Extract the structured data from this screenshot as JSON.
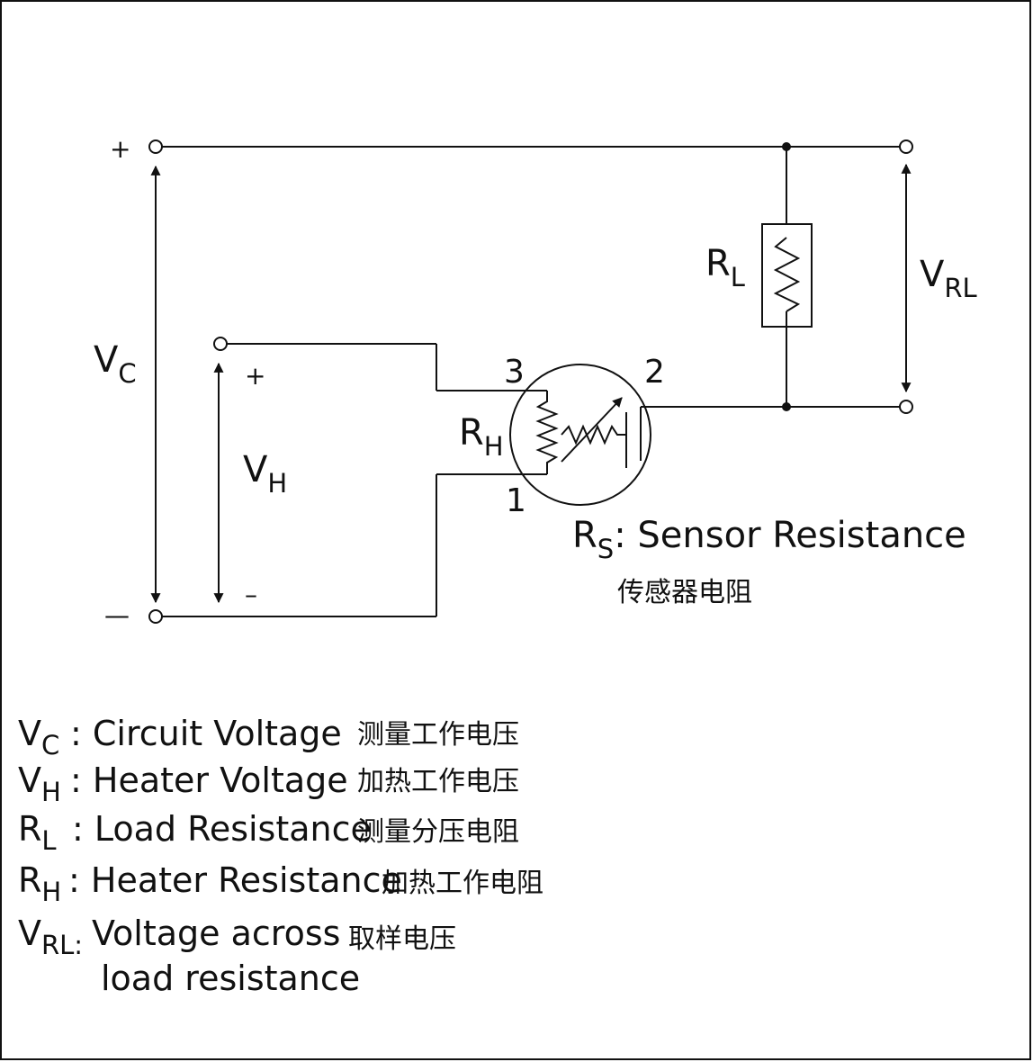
{
  "circuit": {
    "terminals": {
      "vc_plus_sign": "+",
      "vc_minus_sign": "—",
      "vh_plus_sign": "+",
      "vh_minus_sign": "–"
    },
    "labels": {
      "vc": {
        "main": "V",
        "sub": "C"
      },
      "vh": {
        "main": "V",
        "sub": "H"
      },
      "rl": {
        "main": "R",
        "sub": "L"
      },
      "vrl": {
        "main": "V",
        "sub": "RL"
      },
      "rh": {
        "main": "R",
        "sub": "H"
      },
      "rs": {
        "main": "R",
        "sub": "S",
        "text": ": Sensor Resistance"
      }
    },
    "pins": {
      "pin1": "1",
      "pin2": "2",
      "pin3": "3"
    },
    "sensor_caption_cn": "传感器电阻"
  },
  "legend": {
    "items": [
      {
        "sym": "V",
        "sub": "C",
        "desc": ": Circuit Voltage",
        "cn": "测量工作电压"
      },
      {
        "sym": "V",
        "sub": "H",
        "desc": ": Heater Voltage",
        "cn": "加热工作电压"
      },
      {
        "sym": "R",
        "sub": "L",
        "desc": ": Load Resistance",
        "cn": "测量分压电阻"
      },
      {
        "sym": "R",
        "sub": "H",
        "desc": ": Heater Resistance",
        "cn": "加热工作电阻"
      },
      {
        "sym": "V",
        "sub": "RL:",
        "desc": "Voltage across",
        "cn": "取样电压",
        "desc2": "load resistance"
      }
    ]
  }
}
